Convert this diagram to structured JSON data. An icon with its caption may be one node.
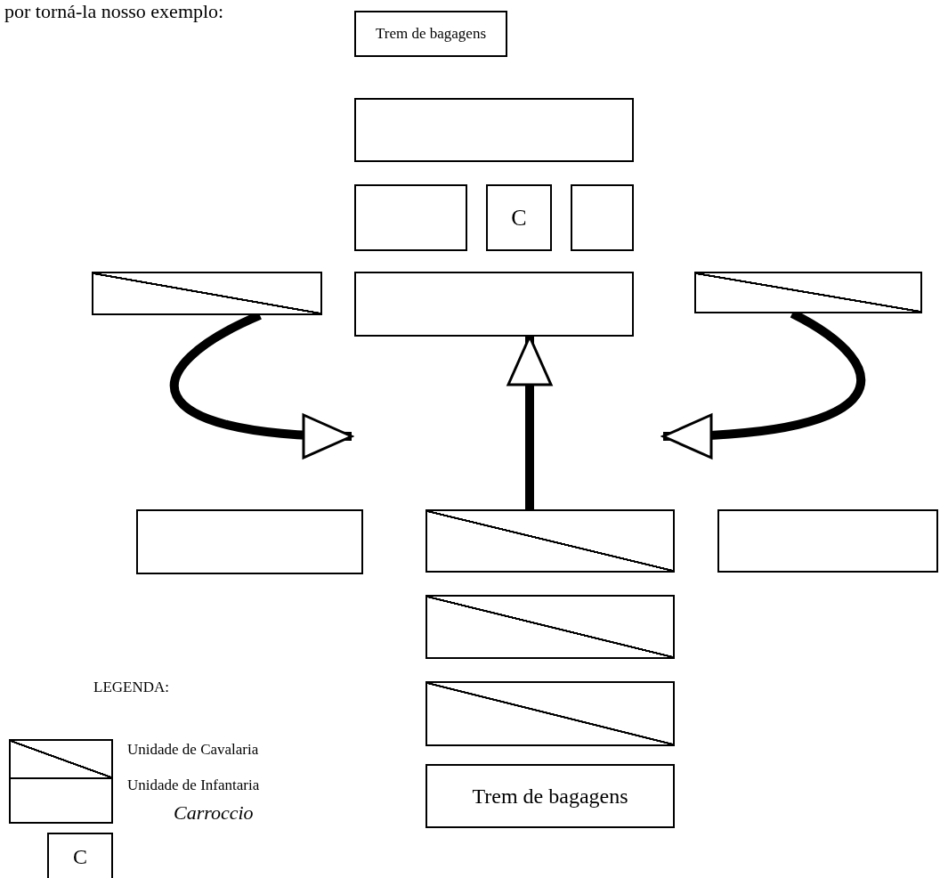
{
  "diagram": {
    "nodes": [
      {
        "text": [
          "Trem de bagagens"
        ]
      },
      {
        "text": [],
        "shape": "box"
      },
      {
        "text": [],
        "shape": "box"
      },
      {
        "text": [
          "C"
        ]
      },
      {
        "text": [],
        "shape": "box"
      },
      {
        "text": [],
        "shape": "box"
      },
      {
        "text": [],
        "shape": "box"
      },
      {
        "text": [],
        "shape": "box"
      },
      {
        "text": [],
        "shape": "box"
      },
      {
        "text": [],
        "shape": "box"
      },
      {
        "text": [],
        "shape": "box"
      },
      {
        "text": [],
        "shape": "box"
      },
      {
        "text": [],
        "shape": "box"
      },
      {
        "text": [
          "Trem de bagagens"
        ]
      }
    ],
    "edges": [
      {
        "from": 6,
        "to": null,
        "arrow": "to"
      },
      {
        "from": 9,
        "to": 5,
        "arrow": "to"
      },
      {
        "from": 7,
        "to": null,
        "arrow": "to"
      }
    ],
    "labels": [
      "por torná-la nosso exemplo:",
      "LEGENDA:",
      "C"
    ],
    "legend": [
      {
        "text": "Unidade de Cavalaria"
      },
      {
        "text": "Unidade de Infantaria"
      },
      {
        "text": "Carroccio"
      }
    ]
  }
}
